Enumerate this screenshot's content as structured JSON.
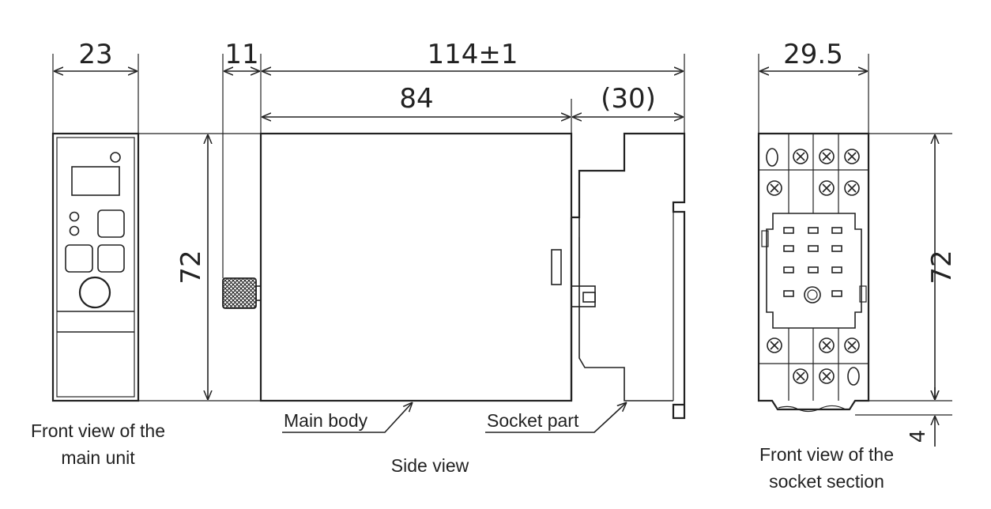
{
  "dimensions": {
    "front_width": "23",
    "knob_depth": "11",
    "total_length": "114±1",
    "body_length": "84",
    "socket_length": "(30)",
    "height_left": "72",
    "socket_width": "29.5",
    "height_right": "72",
    "rail_offset": "4"
  },
  "labels": {
    "main_body": "Main body",
    "socket_part": "Socket part"
  },
  "captions": {
    "front_view_main_line1": "Front view of the",
    "front_view_main_line2": "main unit",
    "side_view": "Side view",
    "front_view_socket_line1": "Front view of the",
    "front_view_socket_line2": "socket section"
  },
  "colors": {
    "line": "#222222",
    "background": "#ffffff"
  }
}
